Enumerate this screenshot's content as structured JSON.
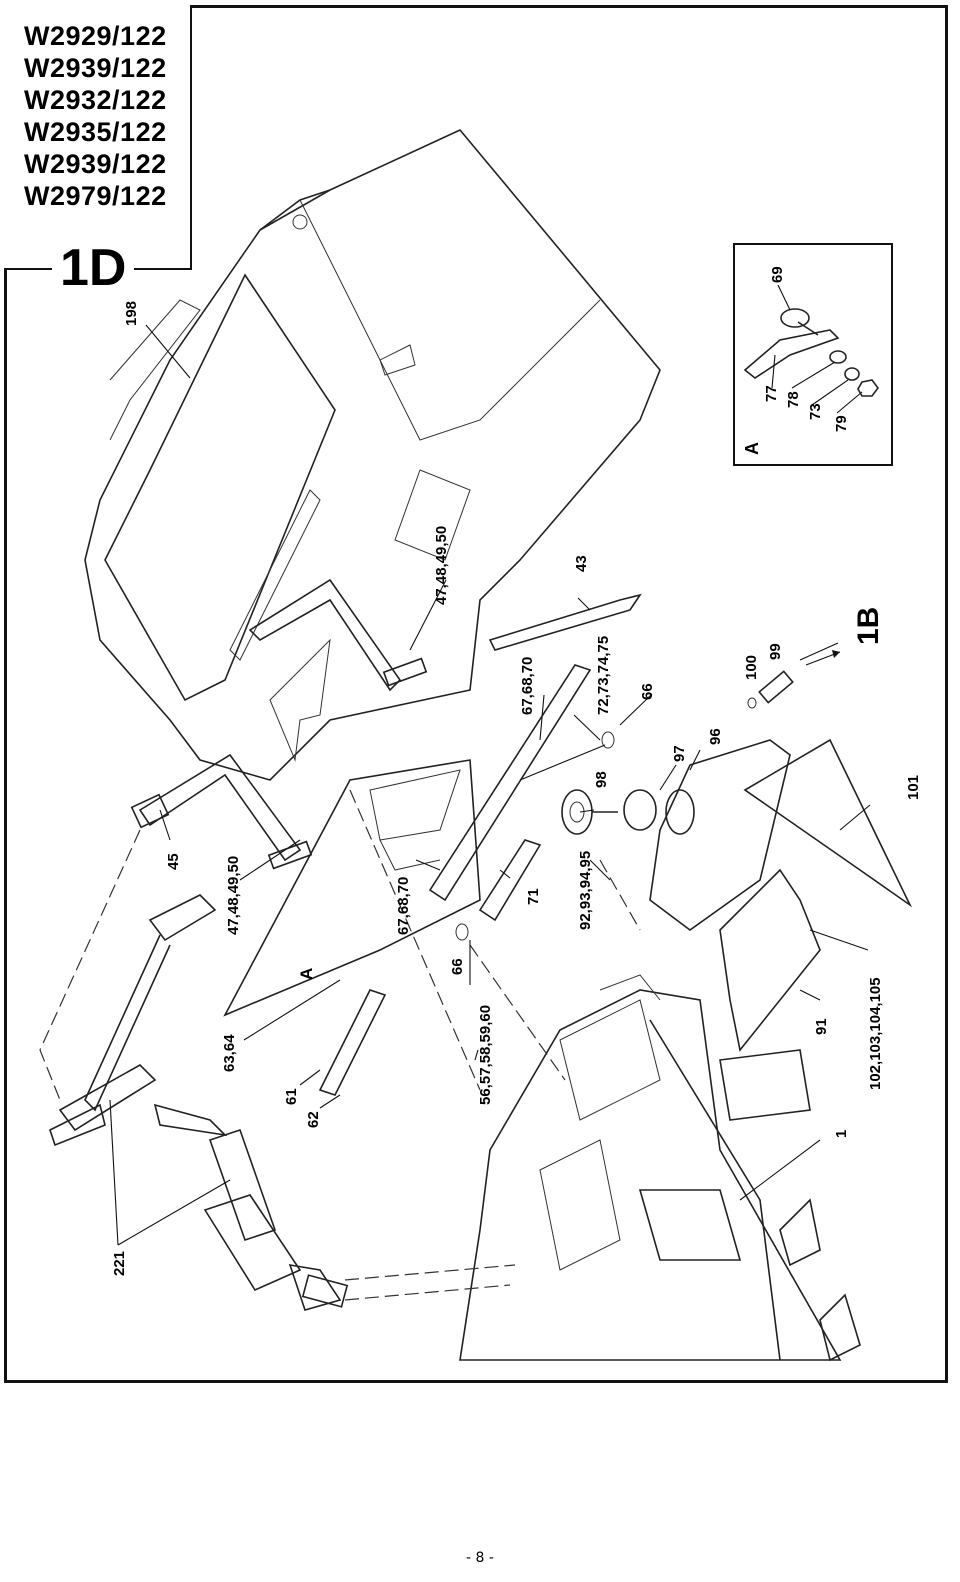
{
  "model_numbers": [
    "W2929/122",
    "W2939/122",
    "W2932/122",
    "W2935/122",
    "W2939/122",
    "W2979/122"
  ],
  "diagram_id": "1D",
  "detail": {
    "label": "A",
    "parts": [
      "69",
      "77",
      "78",
      "73",
      "79"
    ]
  },
  "callouts": {
    "c198": "198",
    "c47a": "47,48,49,50",
    "c43": "43",
    "c1b": "1B",
    "c99": "99",
    "c100": "100",
    "c72": "72,73,74,75",
    "c67a": "67,68,70",
    "c66a": "66",
    "c97": "97",
    "c96": "96",
    "c98": "98",
    "c101": "101",
    "c45": "45",
    "c47b": "47,48,49,50",
    "c67b": "67,68,70",
    "c71": "71",
    "c92": "92,93,94,95",
    "cA": "A",
    "c66b": "66",
    "c102": "102,103,104,105",
    "c91": "91",
    "c63": "63,64",
    "c56": "56,57,58,59,60",
    "c61": "61",
    "c62": "62",
    "c1": "1",
    "c221": "221"
  },
  "page_number": "- 8 -"
}
